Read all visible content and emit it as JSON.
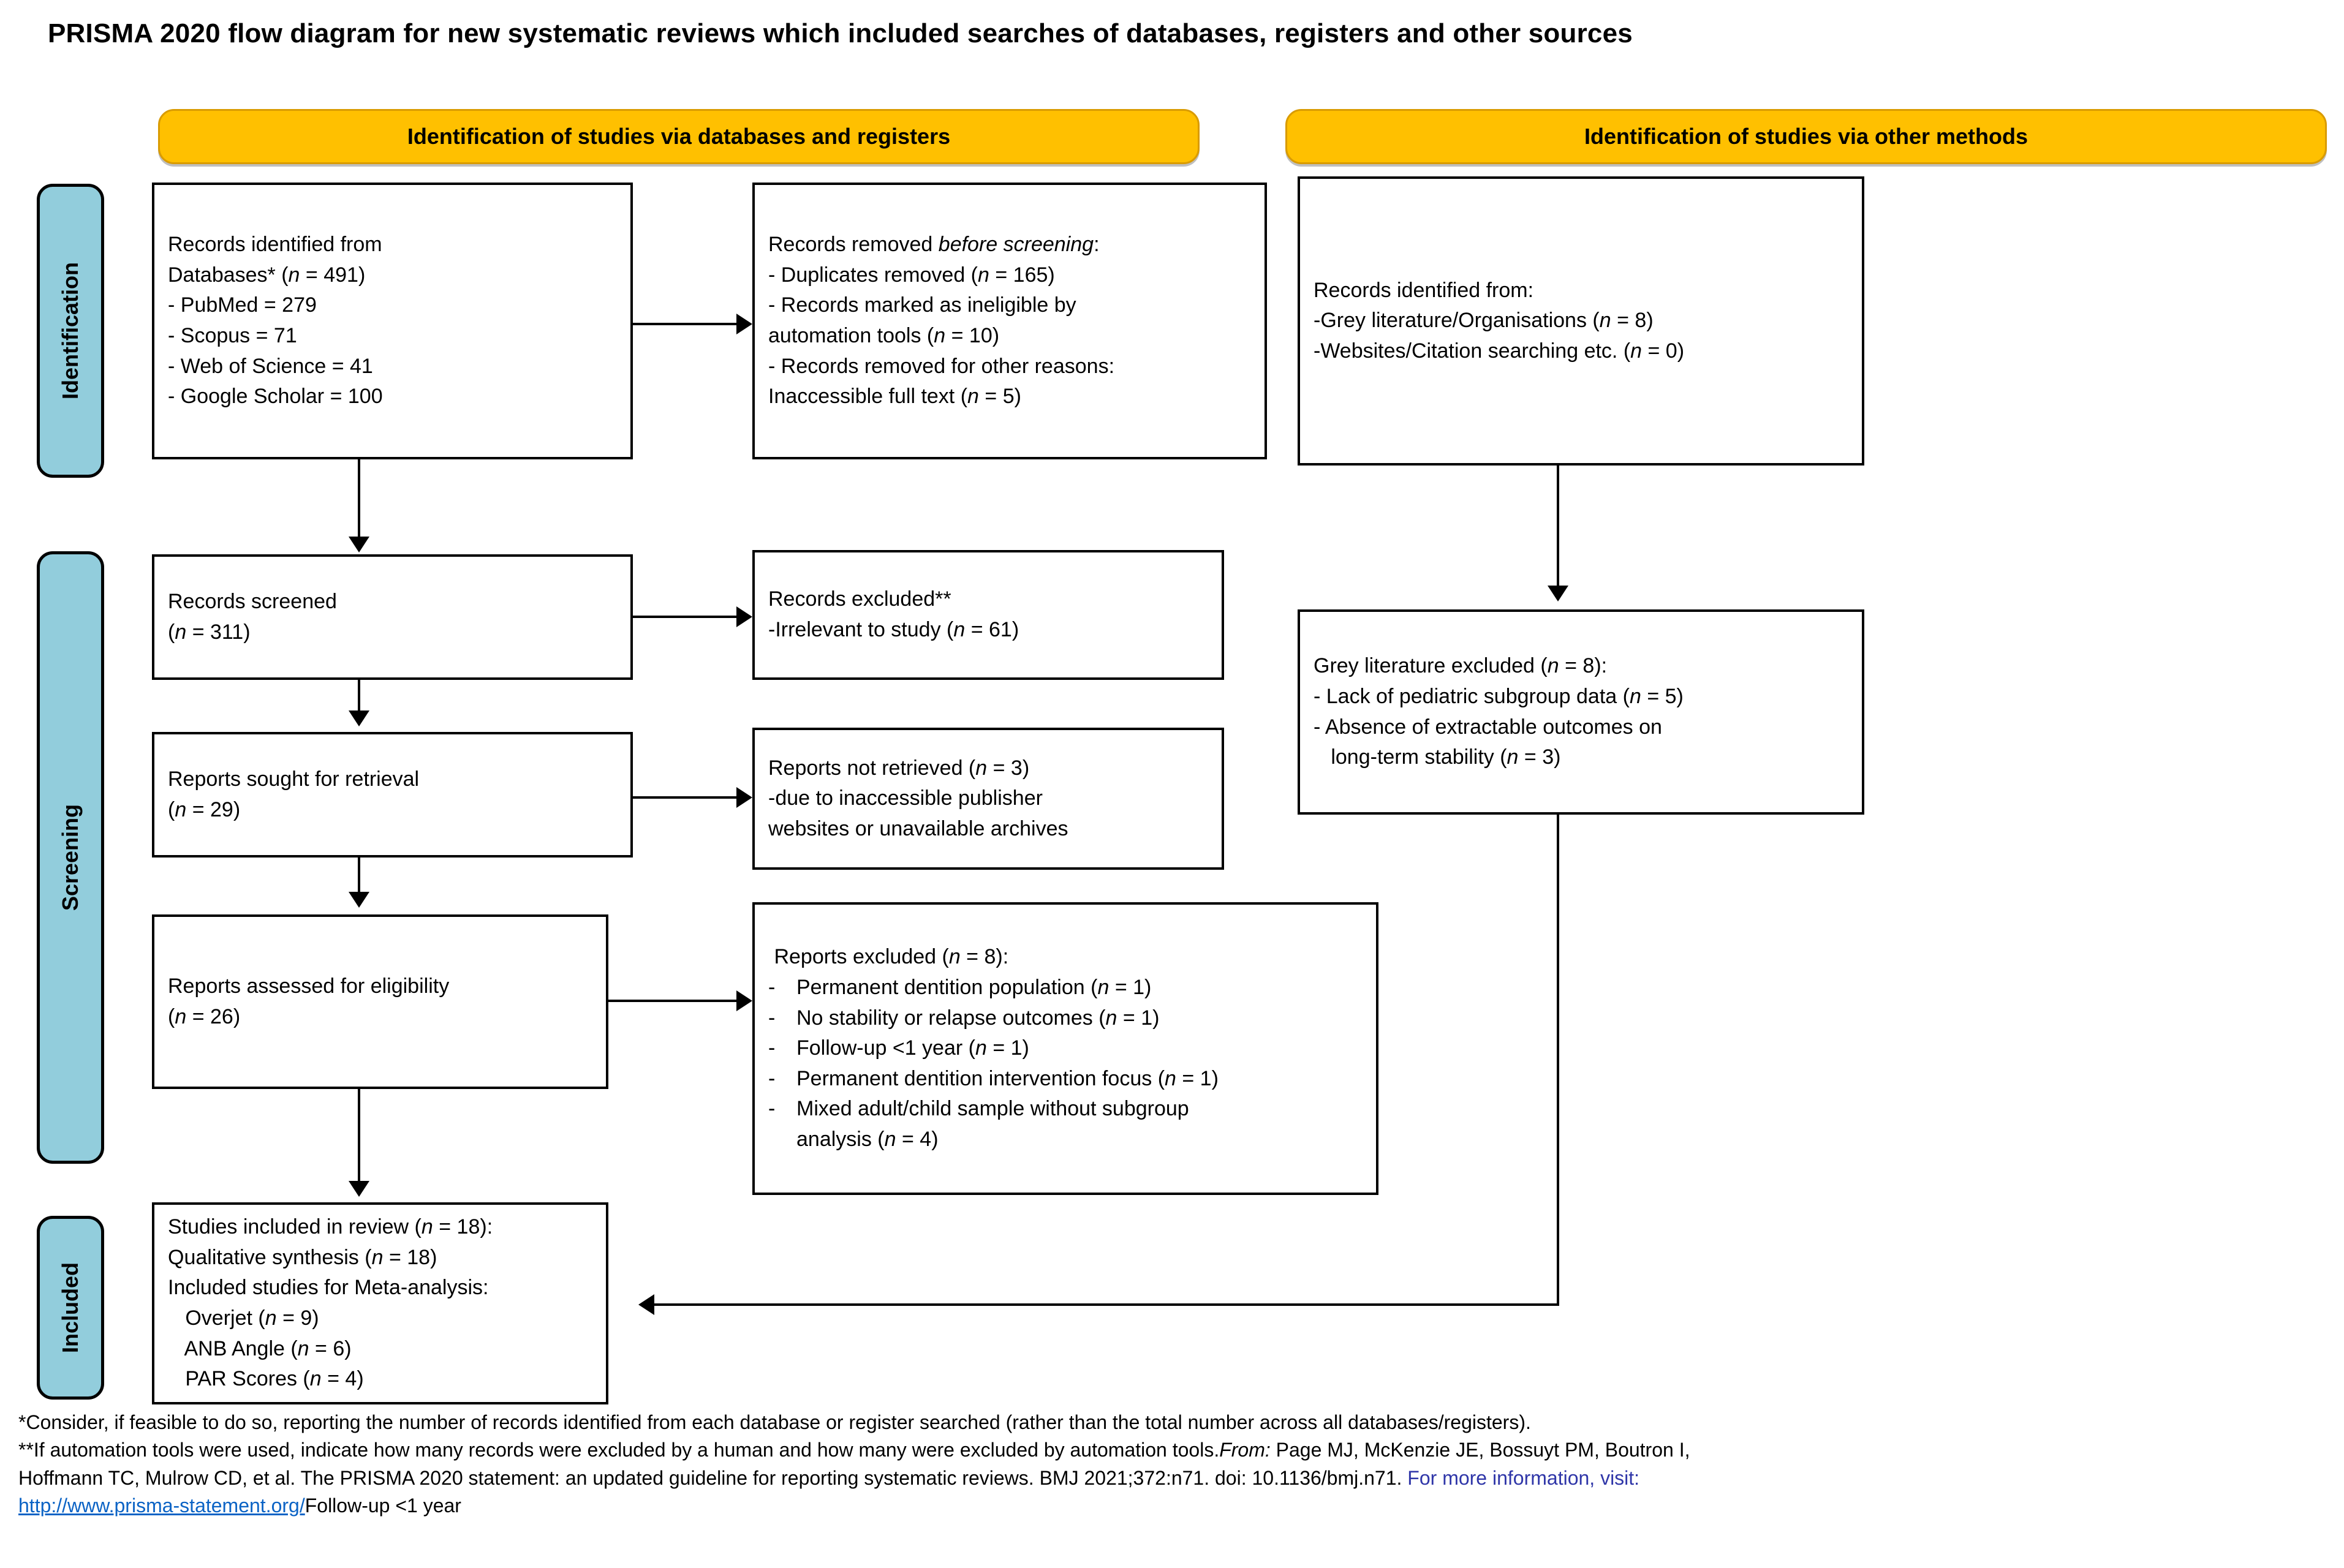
{
  "title": "PRISMA 2020 flow diagram for new systematic reviews which included searches of databases, registers and other sources",
  "colors": {
    "banner_fill": "#FFC000",
    "banner_border": "#D99B00",
    "stage_label_fill": "#92CDDC",
    "box_border": "#000000",
    "link_blue": "#2F36A8",
    "url_blue": "#0B63C5"
  },
  "banners": {
    "databases": "Identification of studies via databases and registers",
    "other": "Identification of studies via other methods"
  },
  "stages": {
    "identification": "Identification",
    "screening": "Screening",
    "included": "Included"
  },
  "boxes": {
    "records_identified": {
      "l1": "Records identified from",
      "l2_a": "Databases* (",
      "l2_n": "n",
      "l2_b": " = 491)",
      "l3": "-  PubMed = 279",
      "l4": "- Scopus = 71",
      "l5": "- Web of Science = 41",
      "l6": "- Google Scholar = 100"
    },
    "records_removed": {
      "l1_a": "Records removed ",
      "l1_i": "before screening",
      "l1_b": ":",
      "l2_a": "- Duplicates removed (",
      "l2_n": "n",
      "l2_b": " = 165)",
      "l3": "- Records marked as ineligible by",
      "l4_a": "automation tools (",
      "l4_n": "n",
      "l4_b": " = 10)",
      "l5": "- Records removed for other reasons:",
      "l6_a": "Inaccessible full text (",
      "l6_n": "n",
      "l6_b": " = 5)"
    },
    "other_identified": {
      "l1": "Records identified from:",
      "l2_a": "-Grey literature/Organisations (",
      "l2_n": "n",
      "l2_b": " = 8)",
      "l3_a": "-Websites/Citation searching etc. (",
      "l3_n": "n",
      "l3_b": " = 0)"
    },
    "records_screened": {
      "l1": "Records screened",
      "l2_a": "(",
      "l2_n": "n",
      "l2_b": " = 311)"
    },
    "records_excluded": {
      "l1": "Records excluded**",
      "l2_a": "-Irrelevant to study (",
      "l2_n": "n",
      "l2_b": " = 61)"
    },
    "reports_sought": {
      "l1": "Reports sought for retrieval",
      "l2_a": "(",
      "l2_n": "n",
      "l2_b": " = 29)"
    },
    "reports_not_retrieved": {
      "l1_a": "Reports not retrieved (",
      "l1_n": "n",
      "l1_b": " = 3)",
      "l2": "-due to inaccessible publisher",
      "l3": "websites or unavailable archives"
    },
    "grey_excluded": {
      "l1_a": "Grey literature excluded (",
      "l1_n": "n",
      "l1_b": " = 8):",
      "l2_a": "- Lack of pediatric subgroup data (",
      "l2_n": "n",
      "l2_b": " = 5)",
      "l3": "- Absence of extractable outcomes on",
      "l4_a": "   long-term stability (",
      "l4_n": "n",
      "l4_b": " = 3)"
    },
    "reports_assessed": {
      "l1": "Reports assessed for eligibility",
      "l2_a": "(",
      "l2_n": "n",
      "l2_b": " = 26)"
    },
    "reports_excluded": {
      "title_a": " Reports excluded (",
      "title_n": "n",
      "title_b": " = 8):",
      "items": [
        {
          "dash": "-",
          "text_a": "Permanent dentition population (",
          "n": "n",
          "text_b": " = 1)"
        },
        {
          "dash": "-",
          "text_a": "No stability or relapse outcomes (",
          "n": "n",
          "text_b": " = 1)"
        },
        {
          "dash": "-",
          "text_a": "Follow-up <1 year (",
          "n": "n",
          "text_b": " = 1)"
        },
        {
          "dash": "-",
          "text_a": "Permanent dentition intervention focus (",
          "n": "n",
          "text_b": " = 1)"
        },
        {
          "dash": "-",
          "text_a": "Mixed adult/child sample without subgroup",
          "n": "",
          "text_b": ""
        }
      ],
      "last_line_a": "analysis (",
      "last_line_n": "n",
      "last_line_b": " = 4)"
    },
    "studies_included": {
      "l1_a": "Studies included in review (",
      "l1_n": "n",
      "l1_b": " = 18):",
      "l2_a": "Qualitative synthesis (",
      "l2_n": "n",
      "l2_b": " = 18)",
      "l3": "Included studies for Meta-analysis:",
      "l4_a": "   Overjet (",
      "l4_n": "n",
      "l4_b": " = 9)",
      "l5_a": "   ANB Angle (",
      "l5_n": "n",
      "l5_b": " = 6)",
      "l6_a": "   PAR Scores (",
      "l6_n": "n",
      "l6_b": " = 4)"
    }
  },
  "footnotes": {
    "line1": "*Consider, if feasible to do so, reporting the number of records identified from each database or register searched (rather than the total number across all databases/registers).",
    "line2_a": "**If automation tools were used, indicate how many records were excluded by a human and how many were excluded by automation tools.",
    "line2_i": "From:",
    "line2_b": "  Page MJ, McKenzie JE, Bossuyt PM, Boutron I,",
    "line3_a": "Hoffmann TC, Mulrow CD, et al. The PRISMA 2020 statement: an updated guideline for reporting systematic reviews. BMJ 2021;372:n71. doi: 10.1136/bmj.n71. ",
    "line3_link": "For more information, visit:",
    "line4_url": "http://www.prisma-statement.org/",
    "line4_tail": "Follow-up <1 year"
  }
}
